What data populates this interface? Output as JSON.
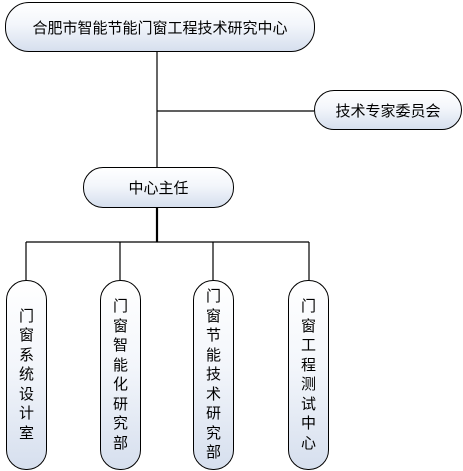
{
  "org_chart": {
    "root": {
      "label": "合肥市智能节能门窗工程技术研究中心"
    },
    "advisory": {
      "label": "技术专家委员会"
    },
    "director": {
      "label": "中心主任"
    },
    "departments": [
      {
        "label": "门窗系统设计室"
      },
      {
        "label": "门窗智能化研究部"
      },
      {
        "label": "门窗节能技术研究部"
      },
      {
        "label": "门窗工程测试中心"
      }
    ]
  },
  "colors": {
    "line": "#000000",
    "node_border": "#000000",
    "node_fill_top": "#ffffff",
    "node_fill_bottom": "#d6dfee"
  }
}
